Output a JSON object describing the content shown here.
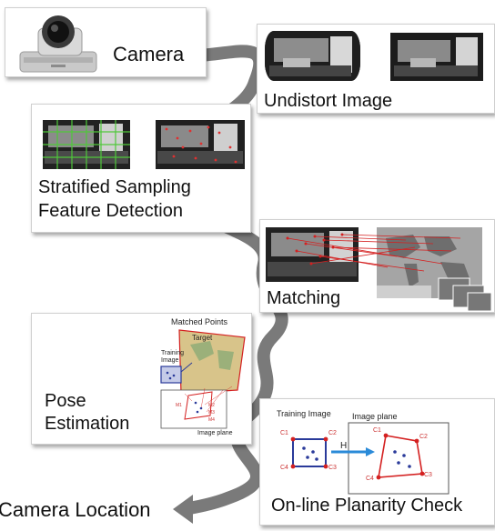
{
  "steps": {
    "camera": "Camera",
    "undistort": "Undistort Image",
    "sampling_line1": "Stratified Sampling",
    "sampling_line2": "Feature Detection",
    "matching": "Matching",
    "pose_line1": "Pose",
    "pose_line2": "Estimation",
    "planarity": "On-line Planarity Check",
    "output": "Camera Location"
  },
  "pose_figure": {
    "matched_points": "Matched Points",
    "target": "Target",
    "training_image_line1": "Training",
    "training_image_line2": "Image",
    "image_plane": "Image plane",
    "m1": "M1",
    "m2": "M2",
    "m3": "M3",
    "m4": "M4"
  },
  "planarity_figure": {
    "training_image": "Training Image",
    "image_plane": "Image plane",
    "homography": "H",
    "c1": "C1",
    "c2": "C2",
    "c3": "C3",
    "c4": "C4",
    "c1b": "C1",
    "c2b": "C2",
    "c3b": "C3",
    "c4b": "C4"
  },
  "colors": {
    "flow_arrow": "#7a7a7a",
    "match_line": "#d42020",
    "grid_line": "#4fc83a",
    "quad_blue": "#2a3a9a",
    "corner_red": "#d42020"
  }
}
